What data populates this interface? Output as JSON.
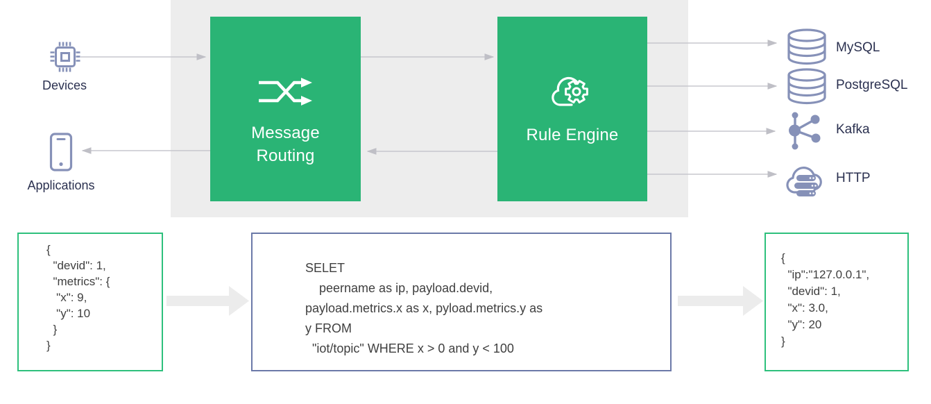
{
  "sources": {
    "devices": {
      "label": "Devices",
      "icon": "chip-icon"
    },
    "applications": {
      "label": "Applications",
      "icon": "smartphone-icon"
    }
  },
  "processors": {
    "message_routing": {
      "label": "Message\nRouting",
      "icon": "shuffle-icon"
    },
    "rule_engine": {
      "label": "Rule Engine",
      "icon": "cloud-gear-icon"
    }
  },
  "sinks": [
    {
      "label": "MySQL",
      "icon": "database-icon"
    },
    {
      "label": "PostgreSQL",
      "icon": "database-icon"
    },
    {
      "label": "Kafka",
      "icon": "graph-nodes-icon"
    },
    {
      "label": "HTTP",
      "icon": "cloud-server-icon"
    }
  ],
  "code_blocks": {
    "input_message": "{\n  \"devid\": 1,\n  \"metrics\": {\n   \"x\": 9,\n   \"y\": 10\n  }\n}",
    "rule_sql": "SELET\n    peername as ip, payload.devid,\npayload.metrics.x as x, pyload.metrics.y as\ny FROM\n  \"iot/topic\" WHERE x > 0 and y < 100",
    "output_message": "{\n  \"ip\":\"127.0.0.1\",\n  \"devid\": 1,\n  \"x\": 3.0,\n  \"y\": 20\n}"
  },
  "colors": {
    "box_green": "#2ab475",
    "green_border": "#2dc07c",
    "panel_gray": "#ededed",
    "icon_blue": "#8691b8",
    "label_navy": "#2b3150",
    "code_text": "#3f3f3f",
    "sql_border": "#6b79a8",
    "arrow_gray": "#c4c4ca",
    "thick_arrow": "#ececec"
  }
}
